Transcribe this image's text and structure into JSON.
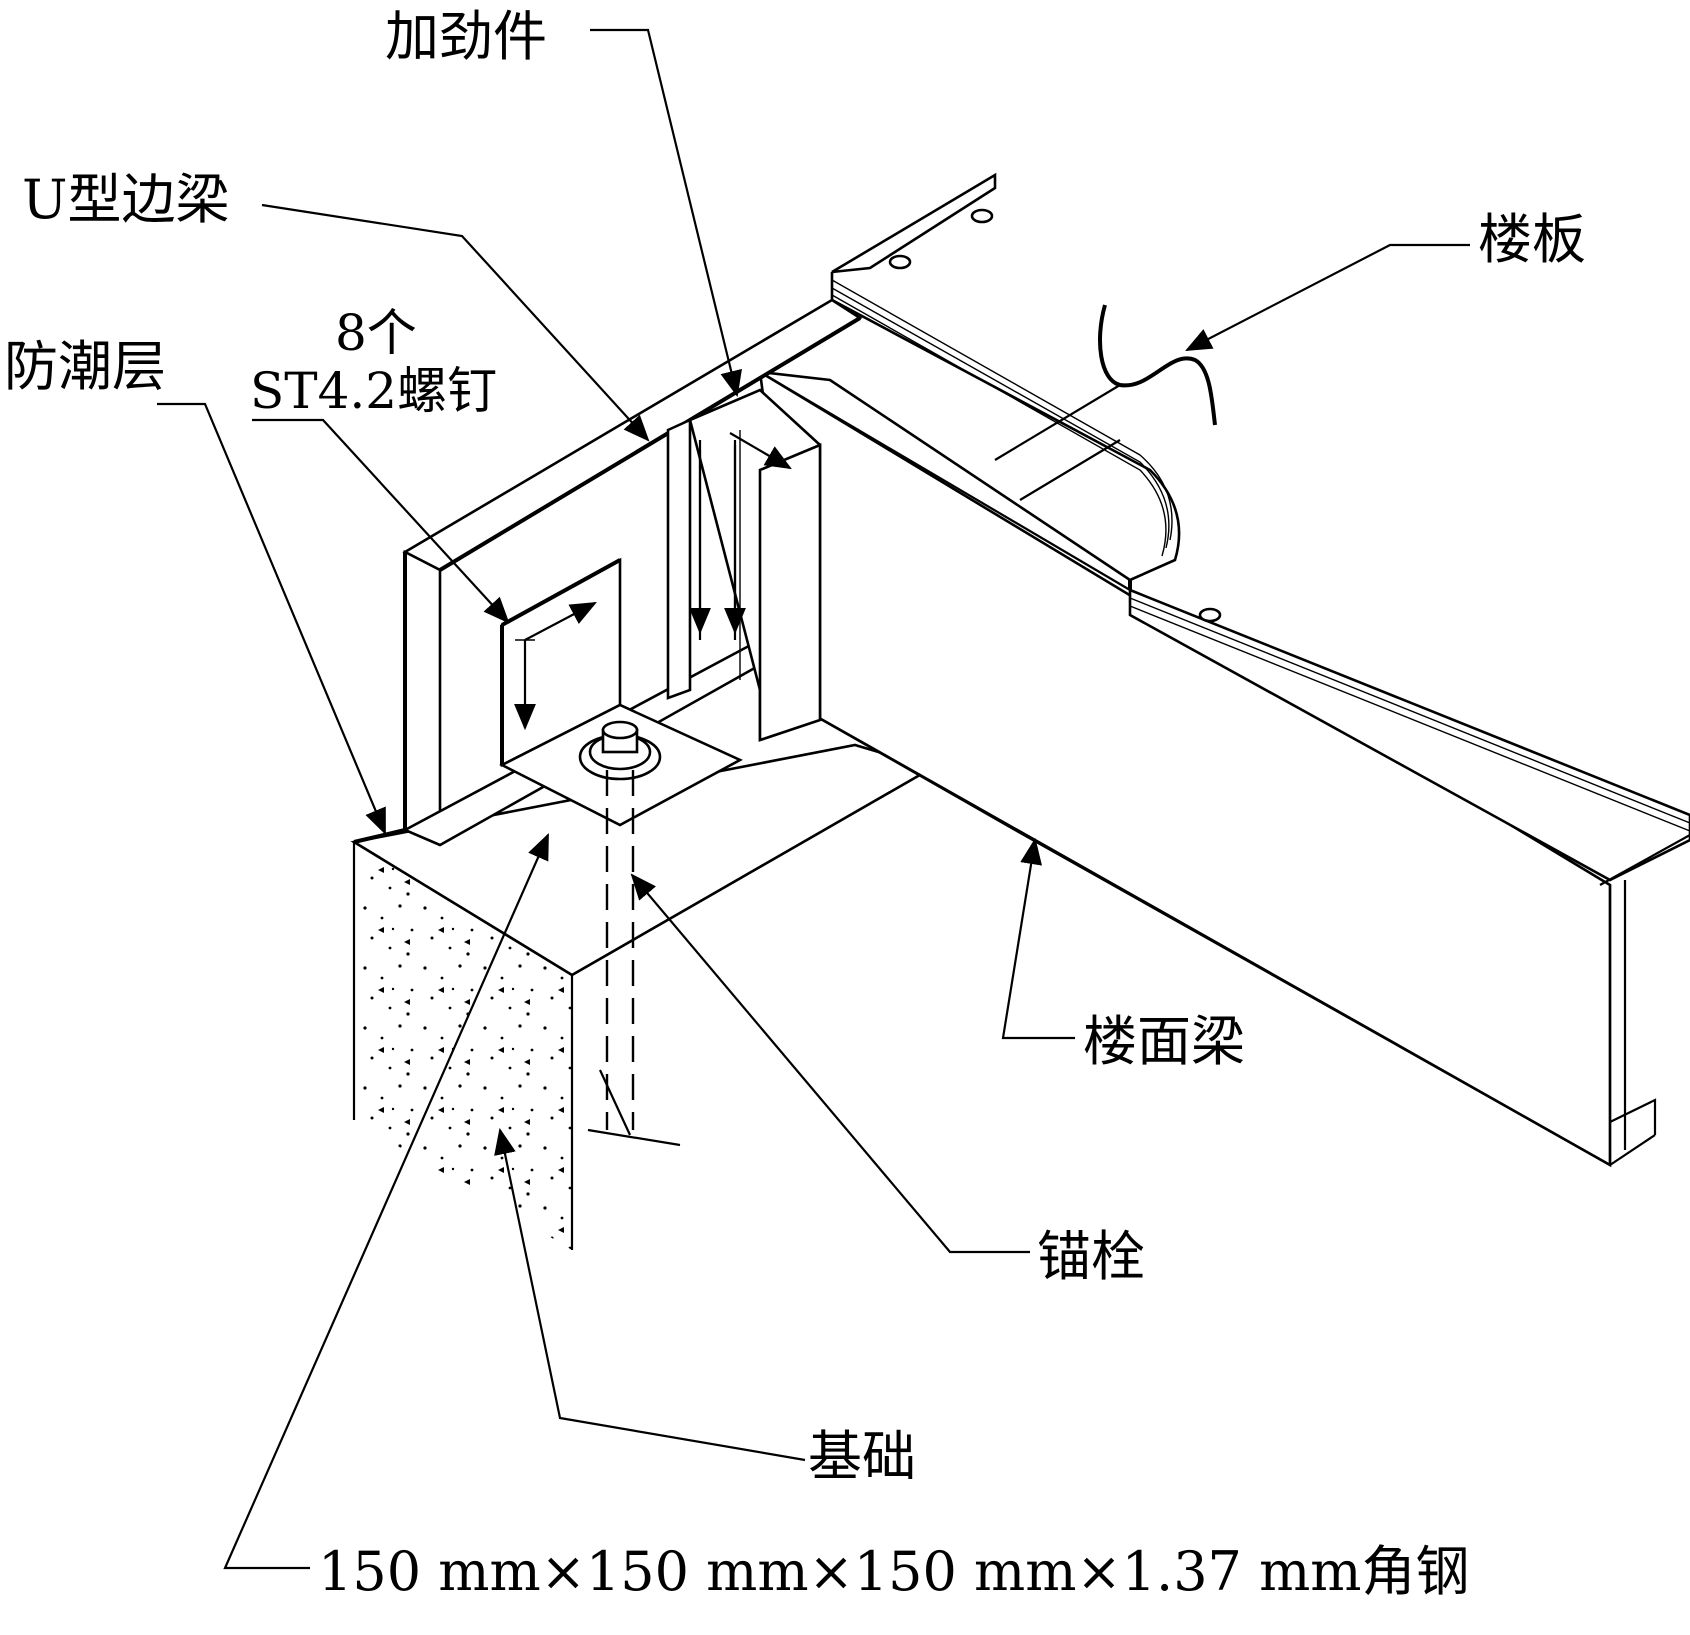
{
  "labels": {
    "stiffener": "加劲件",
    "u_rim_beam": "U型边梁",
    "floor_slab": "楼板",
    "screws_count": "8个",
    "screws_spec": "ST4.2螺钉",
    "moisture_layer": "防潮层",
    "floor_joist": "楼面梁",
    "anchor_bolt": "锚栓",
    "foundation": "基础",
    "angle_steel": "150 mm×150 mm×150 mm×1.37 mm角钢"
  },
  "colors": {
    "line": "#000000",
    "background": "#ffffff"
  }
}
